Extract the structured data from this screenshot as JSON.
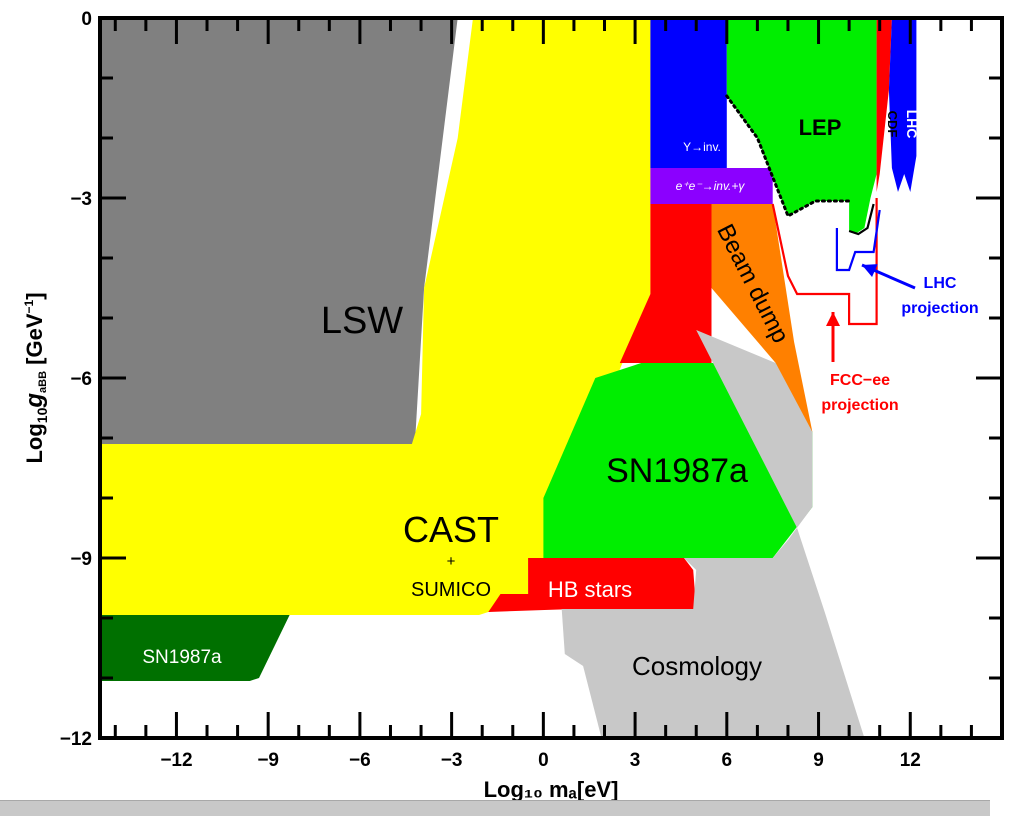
{
  "chart_data": {
    "type": "area",
    "xlabel": "Log₁₀ mₐ[eV]",
    "ylabel_parts": {
      "pre": "Log",
      "sub": "10",
      "g": "g",
      "gsub": "aBB",
      "unit": " [GeV",
      "exp": "−1",
      "close": "]"
    },
    "xlim": [
      -14.5,
      15
    ],
    "ylim": [
      -12,
      0
    ],
    "x_ticks": [
      -12,
      -9,
      -6,
      -3,
      0,
      3,
      6,
      9,
      12
    ],
    "x_tick_labels": [
      "−12",
      "−9",
      "−6",
      "−3",
      "0",
      "3",
      "6",
      "9",
      "12"
    ],
    "y_ticks": [
      0,
      -3,
      -6,
      -9,
      -12
    ],
    "y_tick_labels": [
      "0",
      "−3",
      "−6",
      "−9",
      "−12"
    ],
    "grid": false,
    "regions": [
      {
        "name": "LSW",
        "color": "#808080",
        "points": [
          [
            -14.5,
            0
          ],
          [
            -2.8,
            0
          ],
          [
            -3.9,
            -4.5
          ],
          [
            -4.2,
            -7.1
          ],
          [
            -14.5,
            -7.1
          ]
        ]
      },
      {
        "name": "CAST_SUMICO",
        "color": "#ffff00",
        "points": [
          [
            -14.5,
            -7.1
          ],
          [
            -4.3,
            -7.1
          ],
          [
            -4.0,
            -6.6
          ],
          [
            -3.9,
            -4.5
          ],
          [
            -2.8,
            -2.0
          ],
          [
            -2.3,
            0
          ],
          [
            3.5,
            0
          ],
          [
            3.5,
            -4.6
          ],
          [
            0.0,
            -9.0
          ],
          [
            0.0,
            -9.2
          ],
          [
            -0.5,
            -9.2
          ],
          [
            -0.5,
            -9.8
          ],
          [
            -1.8,
            -9.9
          ],
          [
            -2.1,
            -9.95
          ],
          [
            -14.5,
            -9.95
          ]
        ]
      },
      {
        "name": "SN1987a_light",
        "color": "#00ee00",
        "points": [
          [
            3.2,
            -5.75
          ],
          [
            7.6,
            -5.75
          ],
          [
            8.8,
            -6.9
          ],
          [
            8.8,
            -8.15
          ],
          [
            7.5,
            -9.0
          ],
          [
            0.0,
            -9.0
          ],
          [
            0.0,
            -8.0
          ],
          [
            1.7,
            -6.0
          ]
        ]
      },
      {
        "name": "HB_stars",
        "color": "#ff0000",
        "points": [
          [
            -0.5,
            -9.0
          ],
          [
            4.6,
            -9.0
          ],
          [
            4.9,
            -9.2
          ],
          [
            5.0,
            -9.85
          ],
          [
            1.0,
            -9.85
          ],
          [
            -1.8,
            -9.9
          ],
          [
            -1.4,
            -9.6
          ],
          [
            -0.5,
            -9.6
          ]
        ]
      },
      {
        "name": "Beam_dump",
        "color": "#ff8000",
        "points": [
          [
            5.5,
            -3.1
          ],
          [
            7.5,
            -3.1
          ],
          [
            8.2,
            -5.4
          ],
          [
            8.8,
            -6.9
          ],
          [
            8.3,
            -6.6
          ],
          [
            7.6,
            -5.75
          ],
          [
            5.5,
            -4.5
          ]
        ]
      },
      {
        "name": "Red_mid",
        "color": "#ff0000",
        "points": [
          [
            3.5,
            -3.1
          ],
          [
            5.5,
            -3.1
          ],
          [
            5.5,
            -5.75
          ],
          [
            2.5,
            -5.75
          ],
          [
            3.5,
            -4.6
          ]
        ]
      },
      {
        "name": "Upsilon_inv",
        "color": "#0000ff",
        "points": [
          [
            3.5,
            0
          ],
          [
            6.0,
            0
          ],
          [
            6.0,
            -2.5
          ],
          [
            3.5,
            -2.5
          ]
        ]
      },
      {
        "name": "ee_inv_gamma",
        "color": "#8b00ff",
        "points": [
          [
            3.5,
            -2.5
          ],
          [
            7.5,
            -2.5
          ],
          [
            7.5,
            -3.1
          ],
          [
            3.5,
            -3.1
          ]
        ]
      },
      {
        "name": "LEP",
        "color": "#00ee00",
        "points": [
          [
            6.0,
            0
          ],
          [
            10.9,
            0
          ],
          [
            10.9,
            -2.6
          ],
          [
            10.7,
            -3.0
          ],
          [
            10.5,
            -3.5
          ],
          [
            10.2,
            -3.6
          ],
          [
            10.0,
            -3.55
          ],
          [
            10.0,
            -3.05
          ],
          [
            8.9,
            -3.05
          ],
          [
            8.0,
            -3.3
          ],
          [
            7.0,
            -2.0
          ],
          [
            6.0,
            -1.3
          ]
        ]
      },
      {
        "name": "CDF",
        "color": "#ff0000",
        "points": [
          [
            10.9,
            0
          ],
          [
            11.4,
            0
          ],
          [
            11.3,
            -1.2
          ],
          [
            11.0,
            -2.6
          ],
          [
            10.9,
            -2.9
          ]
        ]
      },
      {
        "name": "LHC",
        "color": "#0000ff",
        "points": [
          [
            11.4,
            0
          ],
          [
            12.2,
            0
          ],
          [
            12.2,
            -2.3
          ],
          [
            12.0,
            -2.9
          ],
          [
            11.8,
            -2.6
          ],
          [
            11.6,
            -2.9
          ],
          [
            11.4,
            -2.5
          ],
          [
            11.3,
            -1.2
          ]
        ]
      },
      {
        "name": "SN1987a_dark",
        "color": "#007000",
        "points": [
          [
            -14.5,
            -9.95
          ],
          [
            -8.3,
            -9.95
          ],
          [
            -9.3,
            -11.0
          ],
          [
            -9.6,
            -11.05
          ],
          [
            -14.5,
            -11.05
          ]
        ]
      },
      {
        "name": "Cosmology",
        "color": "#c8c8c8",
        "points": [
          [
            5.0,
            -5.2
          ],
          [
            7.0,
            -7.2
          ],
          [
            8.3,
            -8.5
          ],
          [
            9.2,
            -9.9
          ],
          [
            10.5,
            -12.0
          ],
          [
            1.9,
            -12.0
          ],
          [
            1.3,
            -10.8
          ],
          [
            0.7,
            -10.6
          ],
          [
            0.6,
            -9.85
          ],
          [
            4.9,
            -9.85
          ],
          [
            5.0,
            -9.2
          ],
          [
            4.6,
            -9.0
          ],
          [
            7.5,
            -9.0
          ],
          [
            8.0,
            -8.7
          ],
          [
            8.8,
            -8.15
          ],
          [
            8.8,
            -6.9
          ],
          [
            7.6,
            -5.75
          ]
        ]
      }
    ],
    "curves": [
      {
        "name": "LEP_boundary",
        "color": "#000000",
        "style": "dotted",
        "points": [
          [
            6.0,
            -1.3
          ],
          [
            7.0,
            -2.0
          ],
          [
            8.0,
            -3.3
          ],
          [
            8.9,
            -3.05
          ],
          [
            10.0,
            -3.05
          ]
        ]
      },
      {
        "name": "FCC_ee_projection",
        "color": "#ff0000",
        "style": "solid",
        "points": [
          [
            7.5,
            -3.1
          ],
          [
            8.0,
            -4.3
          ],
          [
            8.3,
            -4.6
          ],
          [
            8.6,
            -4.6
          ],
          [
            8.8,
            -4.6
          ],
          [
            10.0,
            -4.6
          ],
          [
            10.0,
            -5.1
          ],
          [
            10.9,
            -5.1
          ],
          [
            10.9,
            -4.2
          ],
          [
            10.9,
            -3.0
          ]
        ]
      },
      {
        "name": "LHC_projection",
        "color": "#0000ff",
        "style": "solid",
        "points": [
          [
            9.6,
            -3.5
          ],
          [
            9.6,
            -4.2
          ],
          [
            10.0,
            -4.2
          ],
          [
            10.2,
            -3.9
          ],
          [
            10.8,
            -3.9
          ],
          [
            11.0,
            -3.2
          ]
        ]
      },
      {
        "name": "LEP_lower_edge",
        "color": "#000000",
        "style": "solid",
        "points": [
          [
            10.0,
            -3.55
          ],
          [
            10.3,
            -3.6
          ],
          [
            10.6,
            -3.5
          ],
          [
            10.8,
            -3.1
          ]
        ]
      }
    ],
    "labels": {
      "lsw": "LSW",
      "cast": "CAST",
      "plus": "+",
      "sumico": "SUMICO",
      "sn_light": "SN1987a",
      "sn_dark": "SN1987a",
      "hb": "HB stars",
      "cosmology": "Cosmology",
      "beam_dump": "Beam dump",
      "upsilon": "Υ→inv.",
      "ee": "e⁺e⁻→inv.+γ",
      "lep": "LEP",
      "cdf": "CDF",
      "lhc": "LHC",
      "lhc_proj_1": "LHC",
      "lhc_proj_2": "projection",
      "fcc_proj_1": "FCC−ee",
      "fcc_proj_2": "projection"
    }
  }
}
